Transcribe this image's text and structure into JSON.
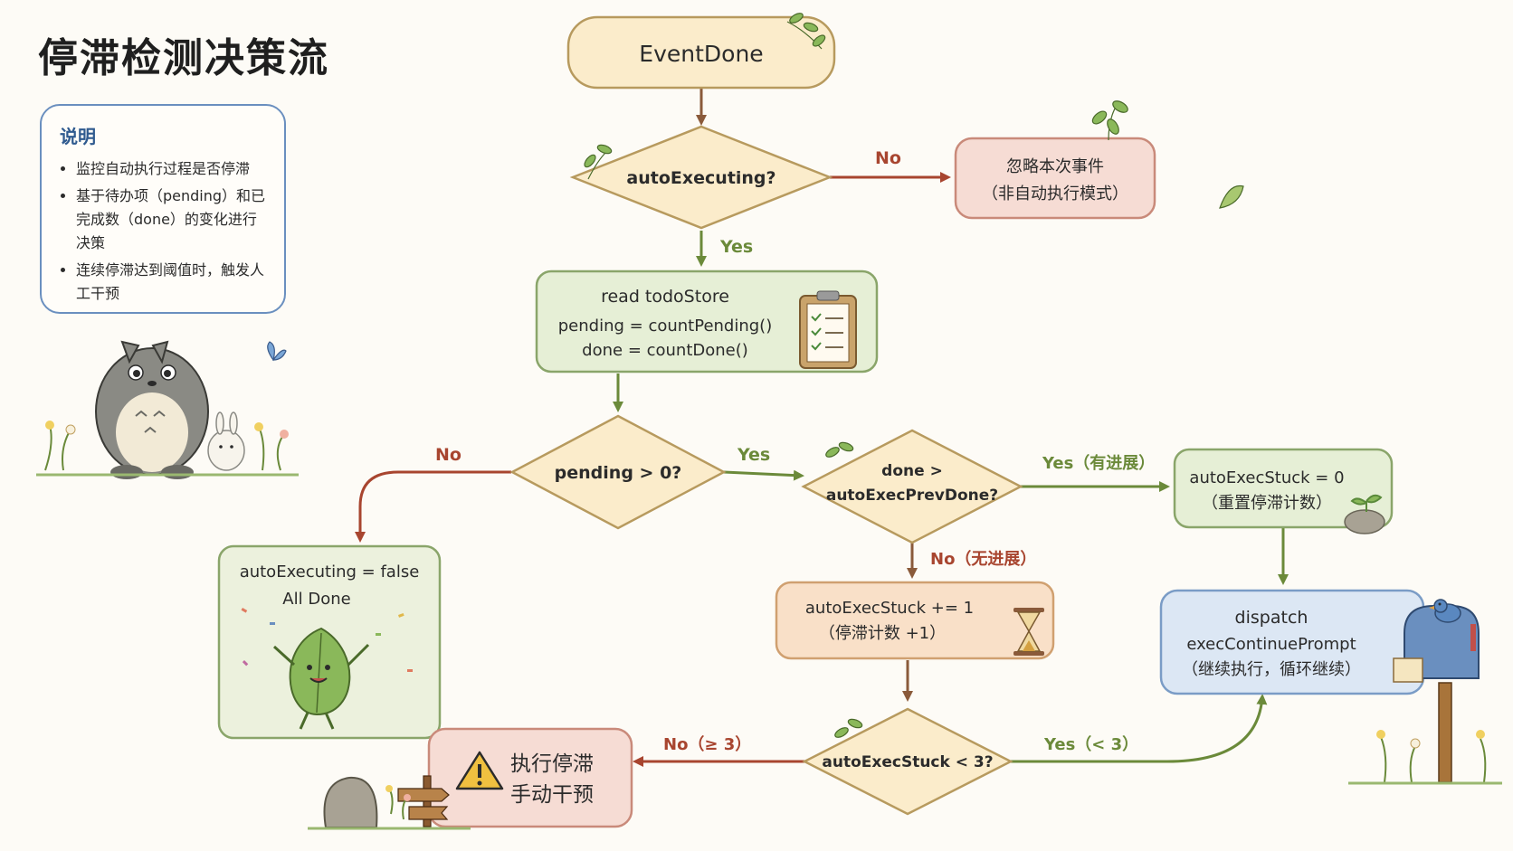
{
  "title": "停滞检测决策流",
  "legend": {
    "heading": "说明",
    "items": [
      "监控自动执行过程是否停滞",
      "基于待办项（pending）和已完成数（done）的变化进行决策",
      "连续停滞达到阈值时，触发人工干预"
    ]
  },
  "nodes": {
    "event_done": "EventDone",
    "auto_executing_q": "autoExecuting?",
    "ignore": {
      "line1": "忽略本次事件",
      "line2": "（非自动执行模式）"
    },
    "read_store": {
      "line1": "read todoStore",
      "line2": "pending = countPending()",
      "line3": "done = countDone()"
    },
    "pending_q": "pending > 0?",
    "done_q": {
      "line1": "done >",
      "line2": "autoExecPrevDone?"
    },
    "reset": {
      "line1": "autoExecStuck = 0",
      "line2": "（重置停滞计数）"
    },
    "all_done": {
      "line1": "autoExecuting = false",
      "line2": "All Done"
    },
    "inc_stuck": {
      "line1": "autoExecStuck += 1",
      "line2": "（停滞计数 +1）"
    },
    "dispatch": {
      "line1": "dispatch",
      "line2": "execContinuePrompt",
      "line3": "（继续执行，循环继续）"
    },
    "stuck_q": "autoExecStuck < 3?",
    "manual": {
      "line1": "执行停滞",
      "line2": "手动干预"
    }
  },
  "edges": {
    "no_auto": "No",
    "yes_auto": "Yes",
    "no_pending": "No",
    "yes_pending": "Yes",
    "yes_progress": "Yes（有进展）",
    "no_progress": "No（无进展）",
    "no_ge3": "No（≥ 3）",
    "yes_lt3": "Yes（< 3）"
  },
  "colors": {
    "yes_arrow": "#6b8a3a",
    "no_arrow": "#a8452f",
    "down_arrow": "#8a5a3a"
  },
  "icons": [
    "leaf-icon",
    "clipboard-icon",
    "hourglass-icon",
    "warning-icon",
    "mailbox-icon",
    "totoro-icon",
    "bird-icon",
    "butterfly-icon"
  ]
}
